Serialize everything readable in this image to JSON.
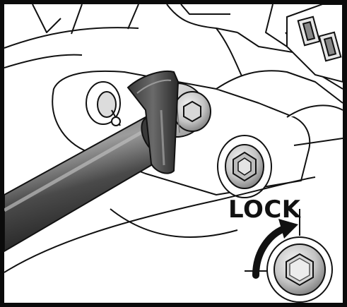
{
  "diagram": {
    "lock_label": "LOCK"
  },
  "colors": {
    "line": "#111111",
    "tool_dark": "#2b2b2b",
    "tool_mid": "#5a5a5a",
    "metal_light": "#cfcfcf",
    "metal_mid": "#9a9a9a"
  },
  "icons": {
    "rotation": "curved-arrow-clockwise",
    "fastener": "hex-socket-bolt"
  }
}
